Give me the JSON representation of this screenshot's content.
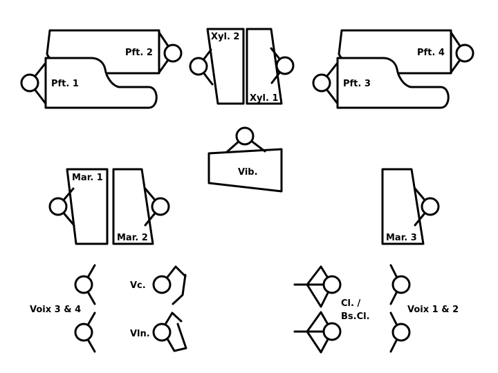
{
  "labels": {
    "pft1": "Pft. 1",
    "pft2": "Pft. 2",
    "pft3": "Pft. 3",
    "pft4": "Pft. 4",
    "xyl1": "Xyl. 1",
    "xyl2": "Xyl. 2",
    "vib": "Vib.",
    "mar1": "Mar. 1",
    "mar2": "Mar. 2",
    "mar3": "Mar. 3",
    "voix34": "Voix 3 & 4",
    "voix12": "Voix 1 & 2",
    "vc": "Vc.",
    "vln": "Vln.",
    "cl": "Cl. /",
    "bscl": "Bs.Cl."
  }
}
